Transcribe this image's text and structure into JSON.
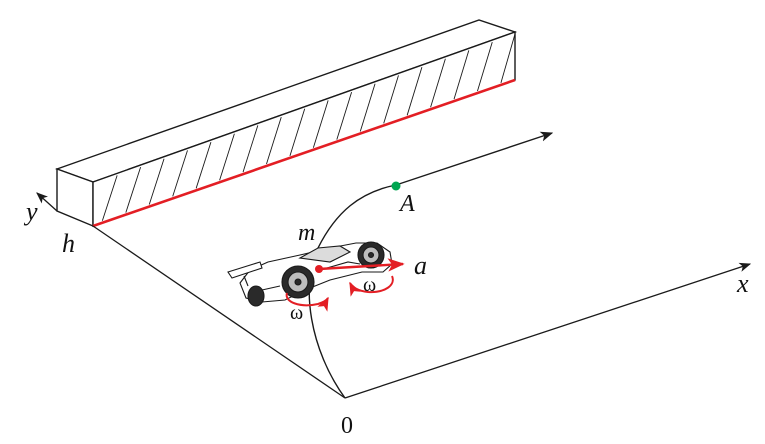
{
  "labels": {
    "y_axis": "y",
    "x_axis": "x",
    "origin": "0",
    "height": "h",
    "mass": "m",
    "point": "A",
    "acceleration": "a",
    "omega_front": "ω",
    "omega_rear": "ω"
  },
  "colors": {
    "ink": "#1a1a1a",
    "wall_edge": "#e31e24",
    "vector": "#e31e24",
    "point_a": "#00a651",
    "wall_face": "#ffffff"
  },
  "icons": {
    "vehicle": "race-car-icon"
  }
}
